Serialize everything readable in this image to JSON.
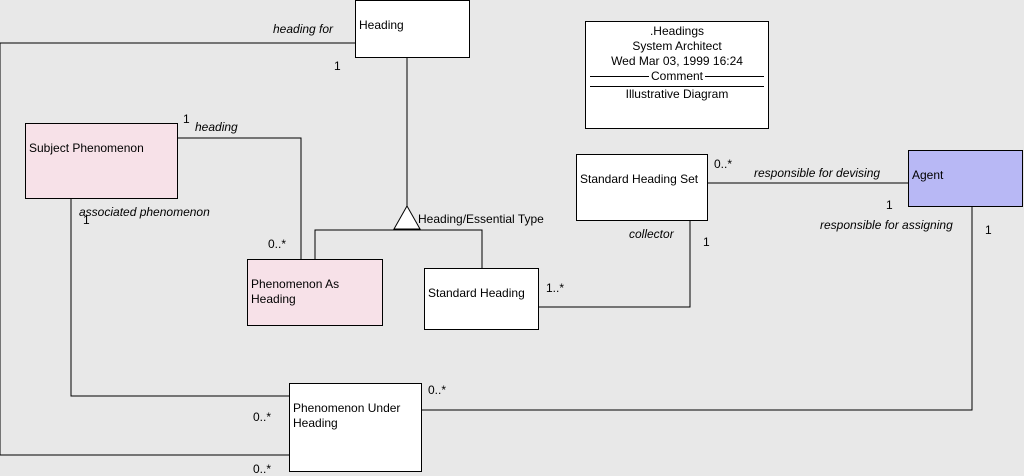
{
  "classes": {
    "heading": "Heading",
    "subject_phenomenon": "Subject Phenomenon",
    "phenomenon_as_heading": "Phenomenon As\nHeading",
    "standard_heading": "Standard Heading",
    "standard_heading_set": "Standard Heading Set",
    "agent": "Agent",
    "phenomenon_under_heading": "Phenomenon Under\nHeading"
  },
  "note": {
    "title": ".Headings",
    "author": "System Architect",
    "date": "Wed Mar 03, 1999  16:24",
    "comment_label": "Comment",
    "comment": "Illustrative Diagram"
  },
  "roles": {
    "heading_for": "heading for",
    "heading": "heading",
    "associated_phenomenon": "associated phenomenon",
    "heading_essential_type": "Heading/Essential Type",
    "collector": "collector",
    "responsible_for_devising": "responsible for devising",
    "responsible_for_assigning": "responsible for assigning"
  },
  "multiplicities": {
    "heading_top": "1",
    "subject_heading": "1",
    "subject_assoc": "1",
    "pah_many": "0..*",
    "sh_many": "1..*",
    "shs_one": "1",
    "shs_many": "0..*",
    "agent_devise_one": "1",
    "agent_assign_one": "1",
    "puh_many_right": "0..*",
    "puh_many_left": "0..*",
    "puh_many_bottom": "0..*"
  },
  "colors": {
    "background": "#e8e8e8",
    "box": "#ffffff",
    "pink": "#f7e1e8",
    "blue": "#b8b8f5",
    "line": "#000000"
  }
}
